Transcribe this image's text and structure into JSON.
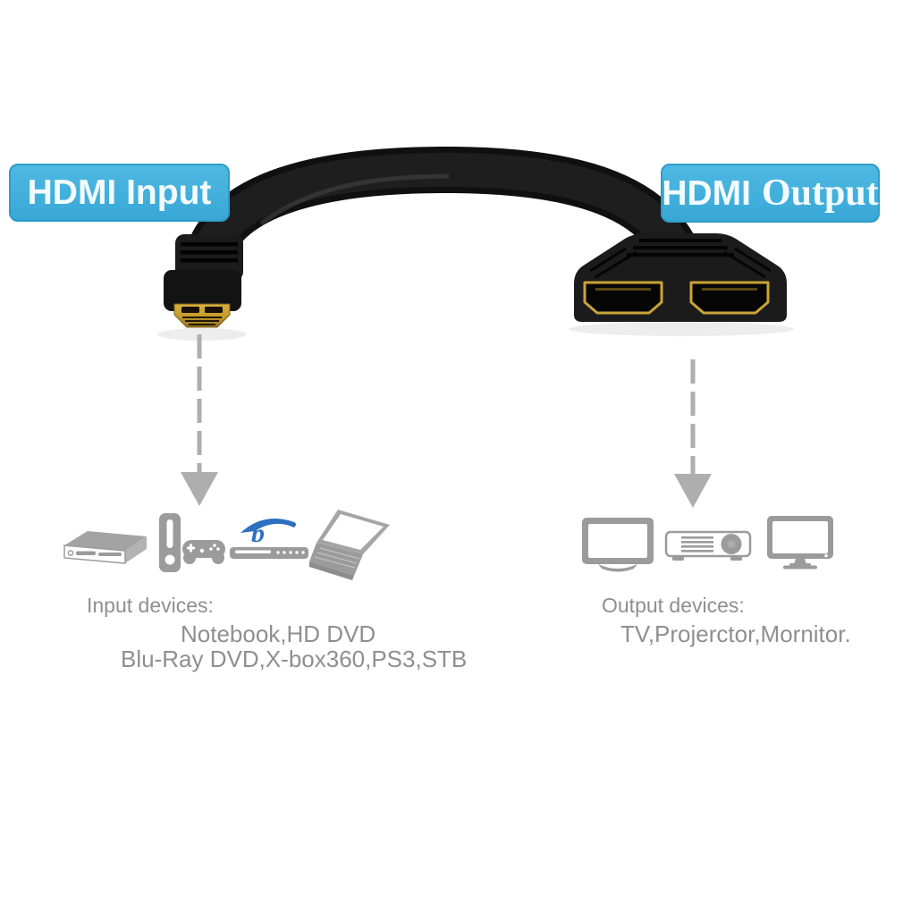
{
  "title": "HDMI 1-in 2-out splitter cable product diagram",
  "colors": {
    "badge_blue": "#3fafdb",
    "badge_text": "#f2fbff",
    "caption_gray": "#8f8f8f",
    "icon_gray": "#9b9b9b",
    "cable_black": "#141414",
    "gold": "#c9a437",
    "bluray_blue": "#2e6fc0",
    "arrow_gray": "#aeaeae",
    "background": "#ffffff"
  },
  "badges": {
    "input": {
      "label": "HDMI Input"
    },
    "output": {
      "word1": "HDMI",
      "word2": "Output"
    }
  },
  "input_section": {
    "heading": "Input devices:",
    "line1": "Notebook,HD DVD",
    "line2": "Blu-Ray DVD,X-box360,PS3,STB",
    "icons": [
      "dvd-player-icon",
      "xbox360-console-icon",
      "gamepad-icon",
      "bluray-player-icon",
      "laptop-icon"
    ]
  },
  "output_section": {
    "heading": "Output devices:",
    "line1": "TV,Projerctor,Mornitor.",
    "icons": [
      "tv-icon",
      "projector-icon",
      "monitor-icon"
    ]
  }
}
